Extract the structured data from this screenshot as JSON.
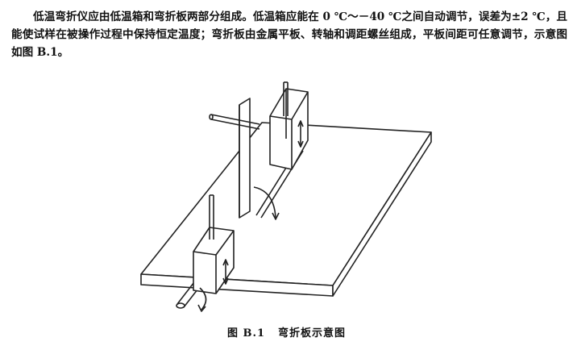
{
  "paragraph": "低温弯折仪应由低温箱和弯折板两部分组成。低温箱应能在 0 ℃～－40 ℃之间自动调节，误差为±2 ℃，且能使试样在被操作过程中保持恒定温度；弯折板由金属平板、转轴和调距螺丝组成，平板间距可任意调节，示意图如图 B.1。",
  "figure": {
    "label": "图 B.1",
    "title": "弯折板示意图"
  }
}
